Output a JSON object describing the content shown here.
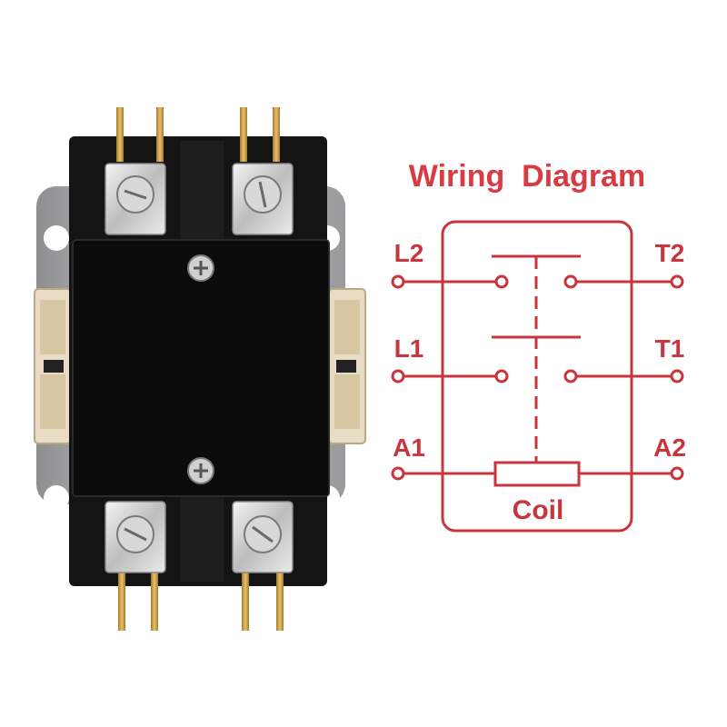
{
  "diagram": {
    "title": "Wiring  Diagram",
    "coil_label": "Coil",
    "terminals": {
      "l2": "L2",
      "t2": "T2",
      "l1": "L1",
      "t1": "T1",
      "a1": "A1",
      "a2": "A2"
    }
  },
  "colors": {
    "diagram_red": "#c8353d",
    "body_black": "#111111",
    "housing_gray": "#b9b9bb",
    "brass": "#c9a24a",
    "beige": "#e8dcc4"
  }
}
